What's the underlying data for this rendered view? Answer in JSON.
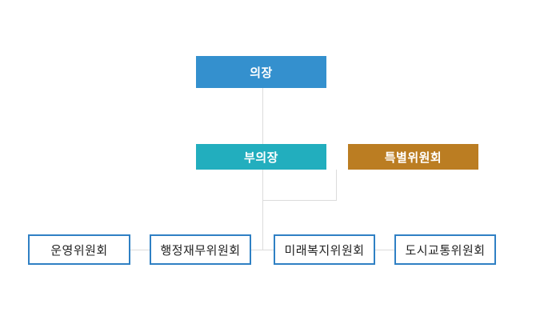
{
  "chart": {
    "title": "",
    "background_color": "#ffffff",
    "connector_color": "#dcdcdc",
    "colors": {
      "chair": "#3490ce",
      "vice_chair": "#22aebe",
      "special": "#bb7d22",
      "committee_border": "#2f80c4",
      "committee_fill": "#ffffff"
    },
    "nodes": {
      "chair": {
        "label": "의장"
      },
      "vice_chair": {
        "label": "부의장"
      },
      "special_committee": {
        "label": "특별위원회"
      },
      "committees": [
        {
          "label": "운영위원회"
        },
        {
          "label": "행정재무위원회"
        },
        {
          "label": "미래복지위원회"
        },
        {
          "label": "도시교통위원회"
        }
      ]
    }
  }
}
